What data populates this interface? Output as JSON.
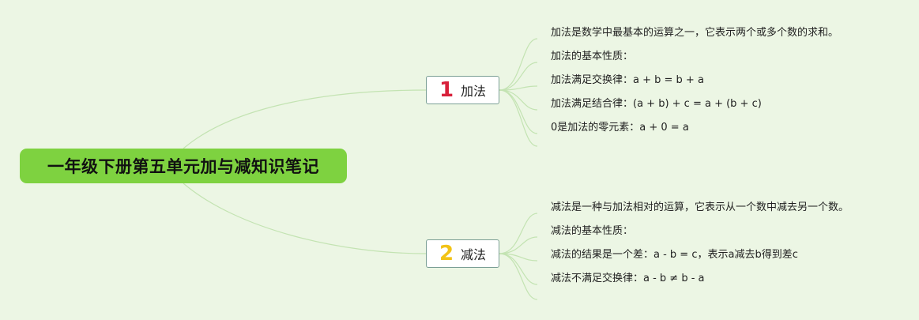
{
  "root": {
    "title": "一年级下册第五单元加与减知识笔记"
  },
  "branches": [
    {
      "number": "1",
      "number_color": "#d8203a",
      "label": "加法",
      "items": [
        "加法是数学中最基本的运算之一，它表示两个或多个数的求和。",
        "加法的基本性质：",
        "加法满足交换律：a + b = b + a",
        "加法满足结合律：(a + b) + c = a + (b + c)",
        "0是加法的零元素：a + 0 = a"
      ]
    },
    {
      "number": "2",
      "number_color": "#f2c316",
      "label": "减法",
      "items": [
        "减法是一种与加法相对的运算，它表示从一个数中减去另一个数。",
        "减法的基本性质：",
        "减法的结果是一个差：a - b = c，表示a减去b得到差c",
        "减法不满足交换律：a - b ≠ b - a"
      ]
    }
  ],
  "colors": {
    "background": "#ecf6e4",
    "root_fill": "#7ed240",
    "line": "#c3e3b2"
  }
}
